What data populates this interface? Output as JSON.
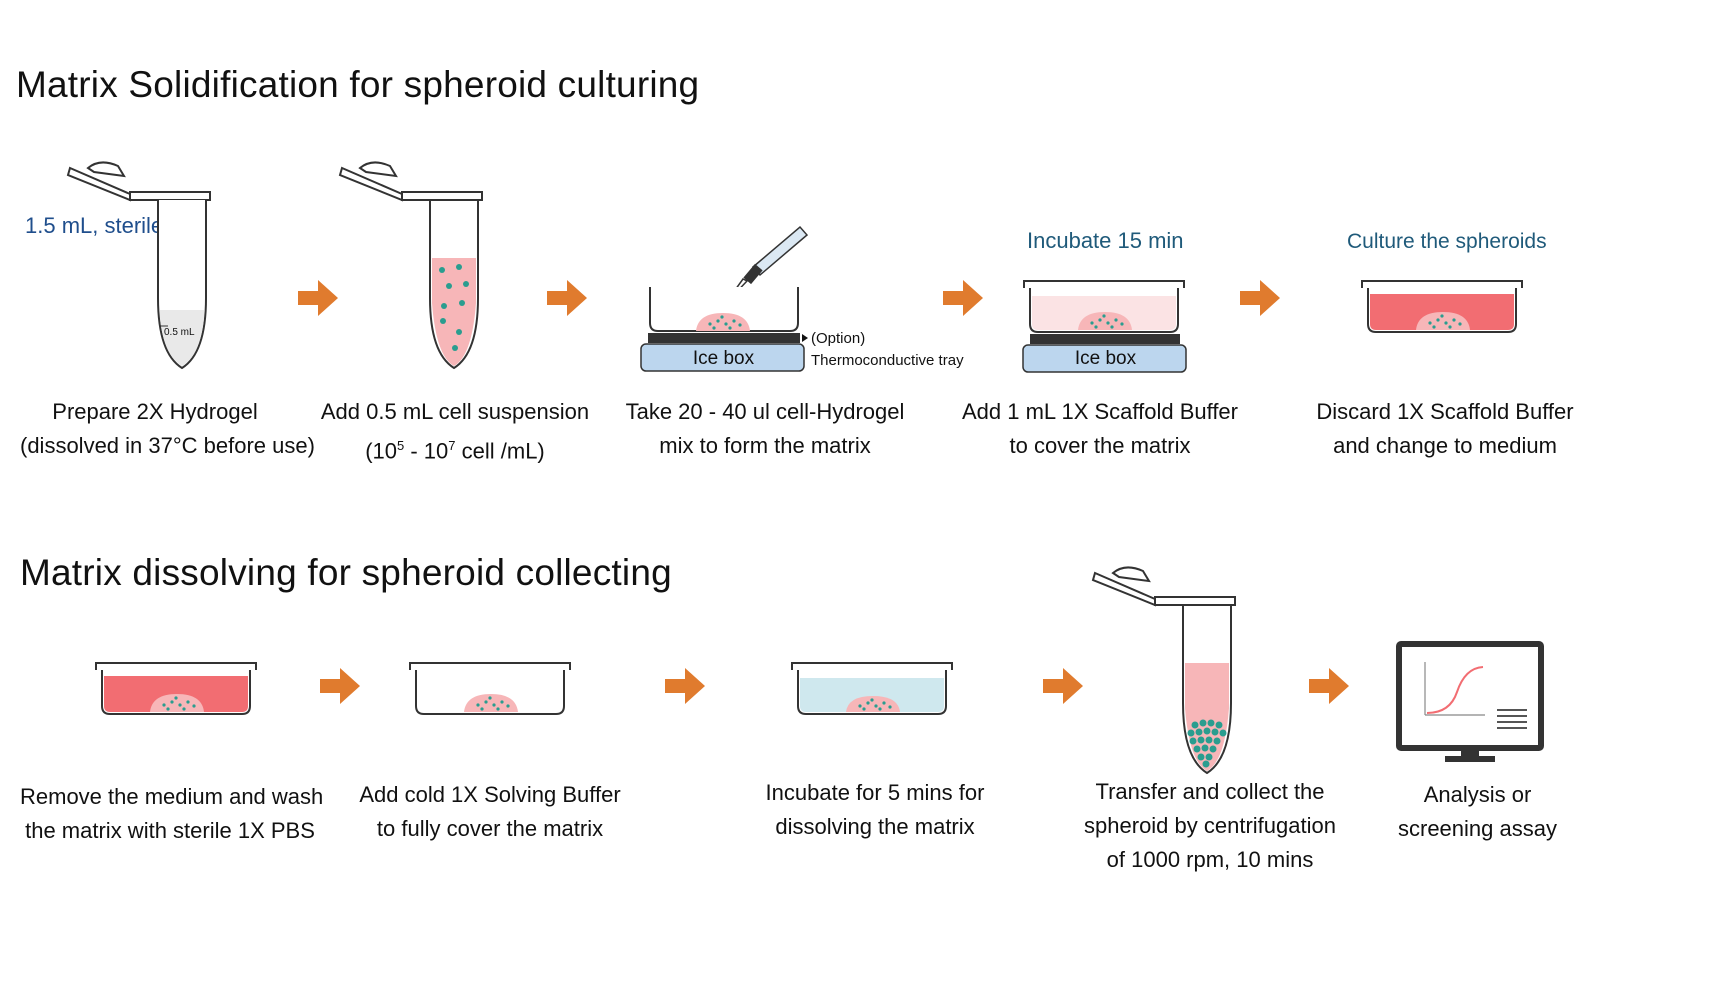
{
  "sections": {
    "top_title": "Matrix Solidification for spheroid  culturing",
    "bottom_title": "Matrix dissolving for spheroid collecting"
  },
  "top_steps": {
    "step1": {
      "tube_label": "1.5 mL, sterile",
      "mark_label": "0.5 mL",
      "line1": "Prepare 2X Hydrogel",
      "line2": "(dissolved in 37°C before use)"
    },
    "step2": {
      "line1": "Add 0.5 mL cell suspension",
      "line2_a": "(10",
      "sup1": "5",
      "line2_b": "  - 10",
      "sup2": "7",
      "line2_c": " cell /mL)"
    },
    "step3": {
      "option_label": "(Option)",
      "tray_label": "Thermoconductive tray",
      "ice_box": "Ice box",
      "line1": "Take 20 - 40 ul cell-Hydrogel",
      "line2": "mix to form the matrix"
    },
    "step4": {
      "header": "Incubate 15 min",
      "ice_box": "Ice box",
      "line1": "Add 1 mL 1X Scaffold Buffer",
      "line2": "to cover the matrix"
    },
    "step5": {
      "header": "Culture the spheroids",
      "line1": "Discard 1X Scaffold Buffer",
      "line2": "and change to medium"
    }
  },
  "bottom_steps": {
    "step1": {
      "line1": "Remove the medium and wash",
      "line2": "the matrix with sterile 1X PBS"
    },
    "step2": {
      "line1": "Add cold 1X Solving Buffer",
      "line2": "to fully cover the matrix"
    },
    "step3": {
      "line1": "Incubate for 5 mins for",
      "line2": "dissolving the matrix"
    },
    "step4": {
      "line1": "Transfer and collect the",
      "line2": "spheroid by centrifugation",
      "line3": "of 1000 rpm, 10 mins"
    },
    "step5": {
      "line1": "Analysis or",
      "line2": "screening assay"
    }
  },
  "colors": {
    "arrow": "#e07b2e",
    "label_blue": "#1f4e8c",
    "header_teal": "#1f5a7a",
    "pink_light": "#f7b6b8",
    "medium_red": "#f26d72",
    "buffer_pink": "#fbe3e4",
    "solving_blue": "#cfe8ee",
    "ice_box": "#bcd6ee",
    "cell_dot": "#2a9d8f",
    "tray": "#333333"
  }
}
